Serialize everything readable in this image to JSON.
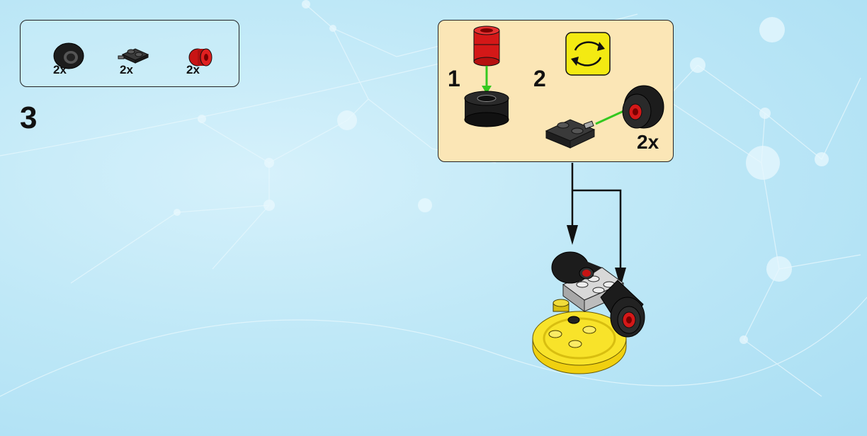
{
  "colors": {
    "background": "#bfe8f7",
    "callout_background": "#fbe6b6",
    "tire": "#1c1c1c",
    "plate": "#2e2e2e",
    "wheel_hub": "#d81818",
    "rotate_icon": "#f3ea12",
    "connection_arrow": "#34c81f",
    "base": "#f6de12"
  },
  "parts_list": {
    "items": [
      {
        "part": "tire",
        "quantity": "2x"
      },
      {
        "part": "plate-with-pin",
        "quantity": "2x"
      },
      {
        "part": "red-wheel-hub",
        "quantity": "2x"
      }
    ]
  },
  "step": {
    "number": "3"
  },
  "subassembly": {
    "steps": [
      {
        "number": "1"
      },
      {
        "number": "2"
      }
    ],
    "rotate_icon": "rotate-icon",
    "multiplier": "2x"
  }
}
